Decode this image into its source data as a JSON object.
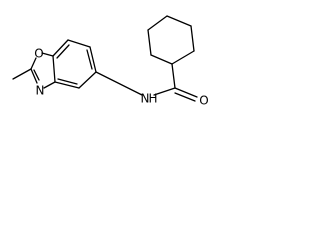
{
  "molecule": {
    "atoms": {
      "oxygen_ring": "O",
      "nitrogen_ring": "N",
      "amide_nitrogen": "N",
      "amide_hydrogen": "H",
      "carbonyl_oxygen": "O"
    }
  }
}
